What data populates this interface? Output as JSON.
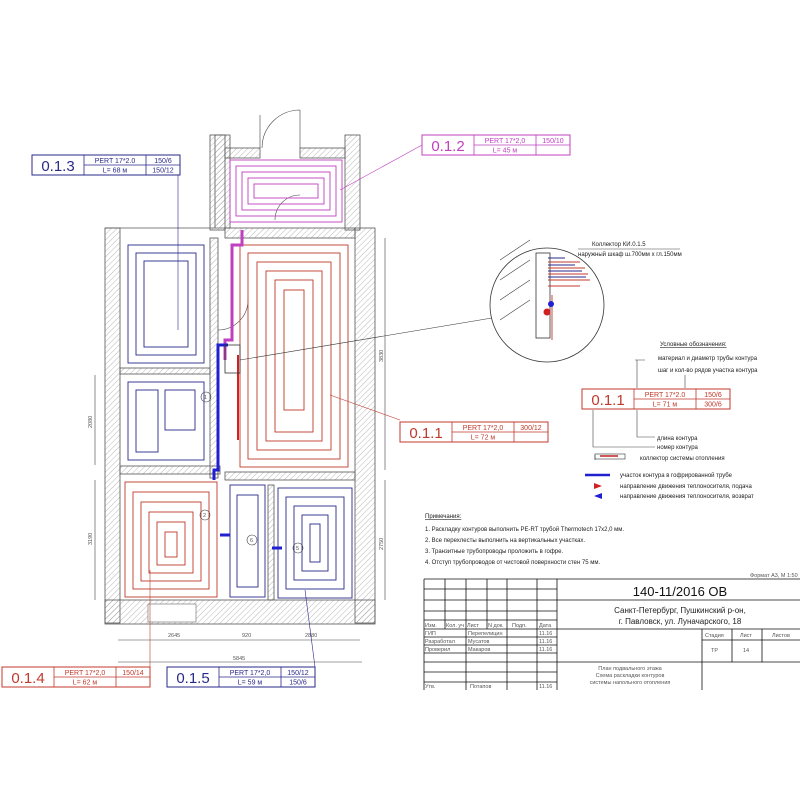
{
  "contours": [
    {
      "id": "0.1.1",
      "pipe": "PERT 17*2,0",
      "length": "L= 72 м",
      "step1": "300/12",
      "step2": "",
      "color": "#c0392b"
    },
    {
      "id": "0.1.2",
      "pipe": "PERT 17*2,0",
      "length": "L= 45 м",
      "step1": "150/10",
      "step2": "",
      "color": "#c040c0"
    },
    {
      "id": "0.1.3",
      "pipe": "PERT 17*2.0",
      "length": "L= 68 м",
      "step1": "150/6",
      "step2": "150/12",
      "color": "#2a2a8a"
    },
    {
      "id": "0.1.4",
      "pipe": "PERT 17*2,0",
      "length": "L= 62 м",
      "step1": "150/14",
      "step2": "",
      "color": "#c0392b"
    },
    {
      "id": "0.1.5",
      "pipe": "PERT 17*2,0",
      "length": "L= 59 м",
      "step1": "150/12",
      "step2": "150/6",
      "color": "#2a2a8a"
    }
  ],
  "dimensions": {
    "d2645": "2645",
    "d920": "920",
    "d2880": "2880",
    "d5845": "5845",
    "d2080": "2080",
    "d3190": "3190",
    "d3830": "3830",
    "d2750": "2750"
  },
  "rooms": [
    "1",
    "2",
    "5",
    "6"
  ],
  "collector": {
    "line1": "Коллектор КИ.0.1.5",
    "line2": "наружный шкаф ш.700мм х гл.150мм"
  },
  "legend": {
    "title": "Условные обозначения:",
    "material": "материал и диаметр трубы контура",
    "step": "шаг и кол-во рядов участка контура",
    "sample": {
      "id": "0.1.1",
      "pipe": "PERT 17*2.0",
      "length": "L= 71 м",
      "step1": "150/6",
      "step2": "300/6"
    },
    "length": "длина контура",
    "number": "номер контура",
    "collector": "коллектор системы отопления",
    "corrugated": "участок контура в гофрированной трубе",
    "supply": "направление движения теплоносителя, подача",
    "return": "направление движения теплоносителя, возврат"
  },
  "notes": {
    "title": "Примечания:",
    "items": [
      "1. Раскладку контуров выполнить PE-RT трубой Thermotech 17х2,0 мм.",
      "2. Все перехлесты выполнить на вертикальных участках.",
      "3. Транзитные трубопроводы проложить в гофре.",
      "4. Отступ трубопроводов от чистовой поверхности стен 75 мм."
    ]
  },
  "format": "Формат А3, М 1:50",
  "titleblock": {
    "code": "140-11/2016 ОВ",
    "address1": "Санкт-Петербург, Пушкинский р-он,",
    "address2": "г. Павловск, ул. Луначарского, 18",
    "headers": [
      "Изм.",
      "Кол. уч",
      "Лист",
      "N док.",
      "Подп.",
      "Дата"
    ],
    "rows": [
      {
        "role": "ГИП",
        "name": "Перепелицин",
        "date": "11.16"
      },
      {
        "role": "Разработал",
        "name": "Мусатов",
        "date": "11.16"
      },
      {
        "role": "Проверил",
        "name": "Макаров",
        "date": "11.16"
      },
      {
        "role": "Утв.",
        "name": "Потапов",
        "date": "11.16"
      }
    ],
    "stage_label": "Стадия",
    "sheet_label": "Лист",
    "sheets_label": "Листов",
    "stage": "ТР",
    "sheet": "14",
    "desc1": "План подвального этажа",
    "desc2": "Схема раскладки контуров",
    "desc3": "системы напольного отопления"
  }
}
